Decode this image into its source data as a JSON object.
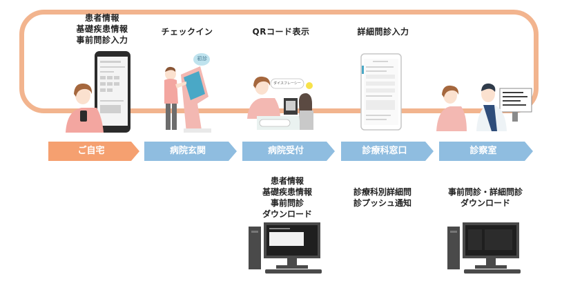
{
  "top_labels": {
    "home": "患者情報\n基礎疾患情報\n事前問診入力",
    "checkin": "チェックイン",
    "qr": "QRコード表示",
    "detail": "詳細問診入力"
  },
  "steps": [
    {
      "label": "ご自宅",
      "color": "#f5a070"
    },
    {
      "label": "病院玄関",
      "color": "#8fbde0"
    },
    {
      "label": "病院受付",
      "color": "#8fbde0"
    },
    {
      "label": "診療科窓口",
      "color": "#8fbde0"
    },
    {
      "label": "診察室",
      "color": "#8fbde0"
    }
  ],
  "bottom_labels": {
    "reception": "患者情報\n基礎疾患情報\n事前問診\nダウンロード",
    "department": "診療科別詳細問\n診プッシュ通知",
    "exam": "事前問診・詳細問診\nダウンロード"
  },
  "bubbles": {
    "kiosk": "初診",
    "reception": "ダイスフレーシー"
  },
  "icons": {
    "phone": "smartphone-icon",
    "kiosk": "kiosk-icon",
    "desk": "reception-desk-icon",
    "tablet": "tablet-icon",
    "doctor": "doctor-icon",
    "pc": "desktop-pc-icon"
  }
}
